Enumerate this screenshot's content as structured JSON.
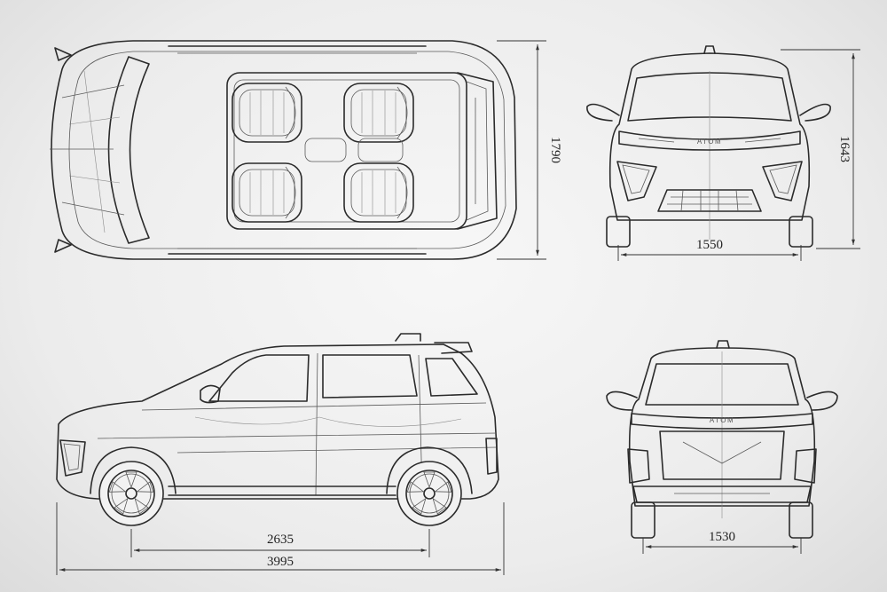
{
  "dimensions": {
    "top_width": "1790",
    "front_track": "1550",
    "height": "1643",
    "wheelbase": "2635",
    "length": "3995",
    "rear_track": "1530"
  },
  "badges": {
    "front": "ATOM",
    "rear": "ATOM"
  },
  "colors": {
    "line": "#2b2b2b",
    "background": "#ececec"
  }
}
